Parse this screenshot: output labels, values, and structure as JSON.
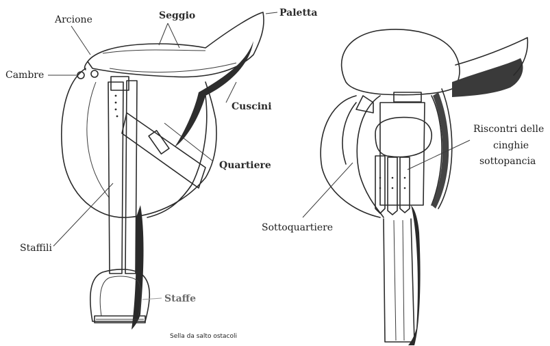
{
  "labels": {
    "arcione": "Arcione",
    "seggio": "Seggio",
    "paletta": "Paletta",
    "cambre": "Cambre",
    "cuscini": "Cuscini",
    "quartiere": "Quartiere",
    "staffili": "Staffili",
    "staffe": "Staffe",
    "riscontri_line1": "Riscontri delle",
    "riscontri_line2": "cinghie",
    "riscontri_line3": "sottopancia",
    "sottoquartiere": "Sottoquartiere"
  },
  "caption": "Sella da salto ostacoli"
}
